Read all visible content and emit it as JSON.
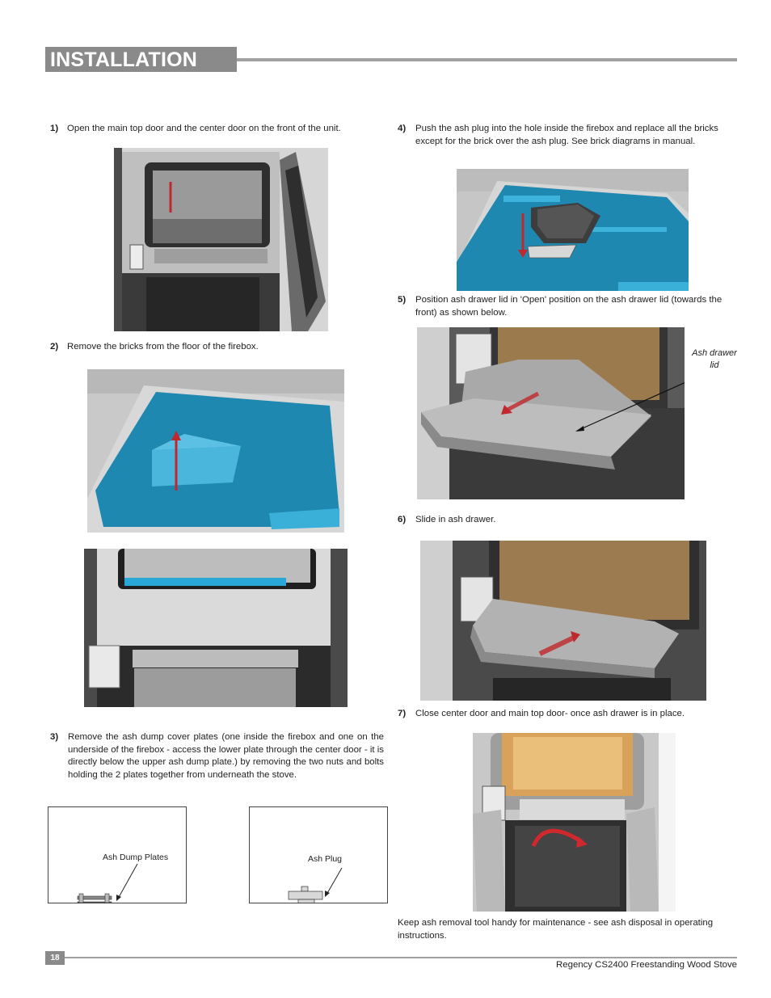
{
  "header": {
    "title": "INSTALLATION"
  },
  "steps": [
    {
      "num": "1)",
      "text": "Open the main top door and the center door on the front of the unit."
    },
    {
      "num": "2)",
      "text": "Remove the bricks from the floor of the firebox."
    },
    {
      "num": "3)",
      "text": "Remove the ash dump cover plates (one inside the firebox and one on the underside of the firebox - access the lower plate through the center door - it is directly below the upper ash dump plate.) by removing the two nuts and bolts holding the 2 plates together from underneath the stove."
    },
    {
      "num": "4)",
      "text": "Push the ash plug into the hole inside the firebox and replace all the bricks except for the brick over the ash plug.  See brick diagrams in manual."
    },
    {
      "num": "5)",
      "text": "Position ash drawer lid in 'Open' position on the ash drawer lid (towards the front) as shown below."
    },
    {
      "num": "6)",
      "text": "Slide in ash drawer."
    },
    {
      "num": "7)",
      "text": "Close center door and main top door- once ash drawer is in place."
    }
  ],
  "callouts": {
    "ash_drawer_lid_line1": "Ash drawer",
    "ash_drawer_lid_line2": "lid",
    "ash_dump_plates": "Ash Dump Plates",
    "ash_plug": "Ash  Plug"
  },
  "note": "Keep ash removal tool handy for maintenance - see ash disposal in operating instructions.",
  "footer": {
    "page_number": "18",
    "product": "Regency CS2400  Freestanding Wood Stove"
  },
  "colors": {
    "header_gray": "#8a8a8b",
    "rule_gray": "#a0a0a0",
    "brick_blue": "#1e88b0",
    "arrow_red": "#c0282d"
  }
}
